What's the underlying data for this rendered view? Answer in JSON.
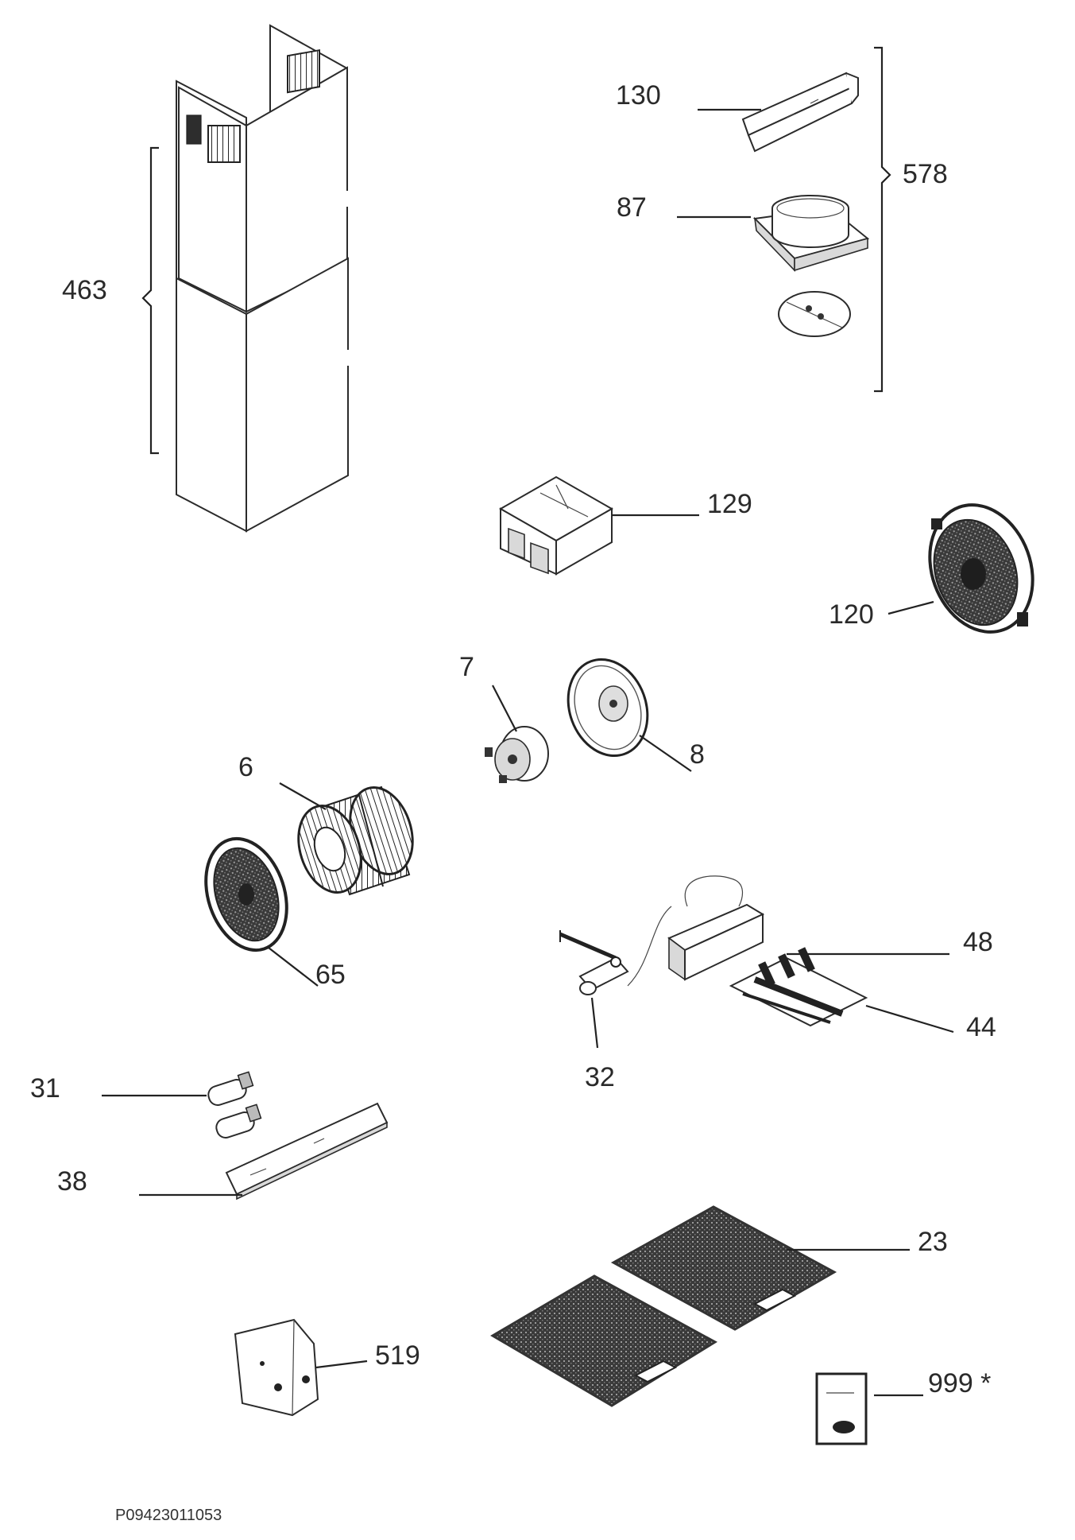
{
  "diagram": {
    "drawing_code": "P09423011053",
    "parts": [
      {
        "id": "463",
        "label": "463",
        "name": "chimney"
      },
      {
        "id": "130",
        "label": "130",
        "name": "bracket"
      },
      {
        "id": "578",
        "label": "578",
        "name": "assembly-group"
      },
      {
        "id": "87",
        "label": "87",
        "name": "air-outlet"
      },
      {
        "id": "129",
        "label": "129",
        "name": "diverter"
      },
      {
        "id": "120",
        "label": "120",
        "name": "carbon-filter"
      },
      {
        "id": "7",
        "label": "7",
        "name": "motor"
      },
      {
        "id": "8",
        "label": "8",
        "name": "motor-plate"
      },
      {
        "id": "6",
        "label": "6",
        "name": "fan-wheel"
      },
      {
        "id": "65",
        "label": "65",
        "name": "inlet-cover"
      },
      {
        "id": "48",
        "label": "48",
        "name": "control-box"
      },
      {
        "id": "44",
        "label": "44",
        "name": "switch-knobs"
      },
      {
        "id": "32",
        "label": "32",
        "name": "lamp"
      },
      {
        "id": "31",
        "label": "31",
        "name": "bulbs"
      },
      {
        "id": "38",
        "label": "38",
        "name": "glass-panel"
      },
      {
        "id": "23",
        "label": "23",
        "name": "grease-filters"
      },
      {
        "id": "519",
        "label": "519",
        "name": "fittings-bag"
      },
      {
        "id": "999",
        "label": "999 *",
        "name": "manual"
      }
    ]
  }
}
